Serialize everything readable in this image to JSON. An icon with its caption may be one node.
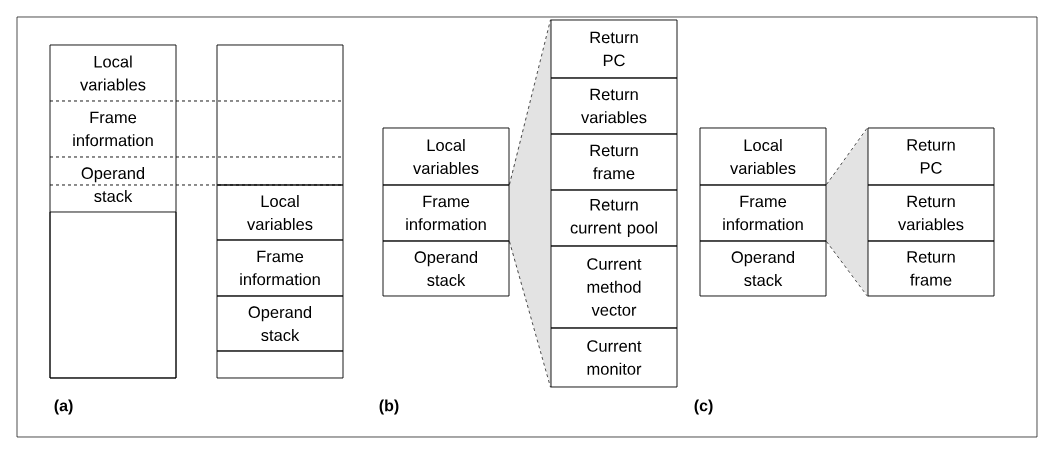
{
  "diagram": {
    "nodes": [
      {
        "text": [
          "Local variables"
        ]
      },
      {
        "text": [
          "Frame information"
        ]
      },
      {
        "text": [
          "Operand stack"
        ]
      },
      {
        "text": [],
        "shape": "box"
      },
      {
        "text": [],
        "shape": "box"
      },
      {
        "text": [
          "Local variables"
        ]
      },
      {
        "text": [
          "Frame information"
        ]
      },
      {
        "text": [
          "Operand stack"
        ]
      },
      {
        "text": [],
        "shape": "box"
      },
      {
        "text": [
          "Local variables"
        ]
      },
      {
        "text": [
          "Frame information"
        ]
      },
      {
        "text": [
          "Operand stack"
        ]
      },
      {
        "text": [
          "Return PC"
        ]
      },
      {
        "text": [
          "Return variables"
        ]
      },
      {
        "text": [
          "Return frame"
        ]
      },
      {
        "text": [
          "Return current pool"
        ]
      },
      {
        "text": [
          "Current method vector"
        ]
      },
      {
        "text": [
          "Current monitor"
        ]
      },
      {
        "text": [
          "Local variables"
        ]
      },
      {
        "text": [
          "Frame information"
        ]
      },
      {
        "text": [
          "Operand stack"
        ]
      },
      {
        "text": [
          "Return PC"
        ]
      },
      {
        "text": [
          "Return variables"
        ]
      },
      {
        "text": [
          "Return frame"
        ]
      }
    ],
    "edges": [
      {
        "from": 10,
        "to": 12,
        "arrow": "none",
        "style": "dashed"
      },
      {
        "from": 10,
        "to": 17,
        "arrow": "none",
        "style": "dashed"
      },
      {
        "from": 19,
        "to": 21,
        "arrow": "none",
        "style": "dashed"
      },
      {
        "from": 19,
        "to": 23,
        "arrow": "none",
        "style": "dashed"
      }
    ],
    "labels": [
      "(a)",
      "(b)",
      "(c)"
    ]
  }
}
